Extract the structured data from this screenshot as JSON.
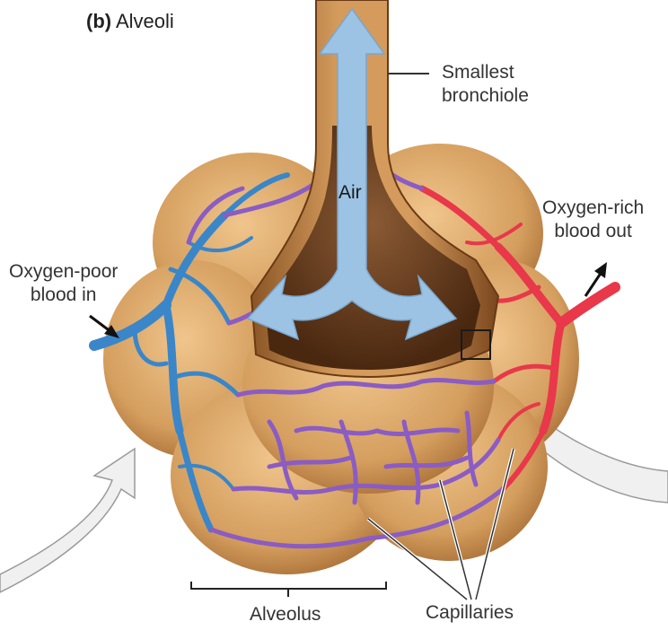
{
  "figure": {
    "panel_letter": "(b)",
    "title": "Alveoli"
  },
  "labels": {
    "smallest_bronchiole": [
      "Smallest",
      "bronchiole"
    ],
    "air": "Air",
    "oxygen_rich": [
      "Oxygen-rich",
      "blood out"
    ],
    "oxygen_poor": [
      "Oxygen-poor",
      "blood in"
    ],
    "alveolus": "Alveolus",
    "capillaries": "Capillaries"
  },
  "colors": {
    "alveolus_tan": "#d9a66a",
    "alveolus_dark": "#5b3418",
    "bronchiole_brown": "#b57a3e",
    "air_arrow": "#9cc3e4",
    "oxygen_poor_vessel": "#3a86c8",
    "oxygen_rich_vessel": "#e8384a",
    "capillary_purple": "#8a5cc4"
  }
}
